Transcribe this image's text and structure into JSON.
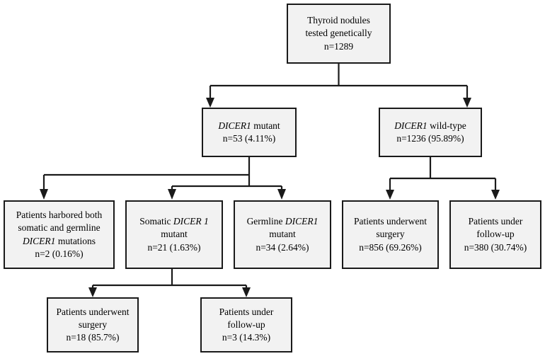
{
  "diagram": {
    "type": "flowchart",
    "title_text": "",
    "colors": {
      "node_fill": "#f2f2f2",
      "node_border": "#1a1a1a",
      "connector": "#1a1a1a",
      "text": "#000000",
      "background": "#ffffff"
    },
    "nodes": [
      {
        "id": "root",
        "lines": [
          {
            "text": "Thyroid nodules",
            "italic": false
          },
          {
            "text": "tested genetically",
            "italic": false
          },
          {
            "text": "n=1289",
            "italic": false
          }
        ]
      },
      {
        "id": "dicer1-mutant",
        "lines": [
          {
            "text": "DICER1",
            "italic": true,
            "suffix": " mutant"
          },
          {
            "text": "n=53 (4.11%)",
            "italic": false
          }
        ]
      },
      {
        "id": "dicer1-wildtype",
        "lines": [
          {
            "text": "DICER1",
            "italic": true,
            "suffix": " wild-type"
          },
          {
            "text": "n=1236 (95.89%)",
            "italic": false
          }
        ]
      },
      {
        "id": "both-somatic-germline",
        "lines": [
          {
            "text": "Patients harbored both",
            "italic": false
          },
          {
            "text": "somatic and germline",
            "italic": false
          },
          {
            "text": "DICER1",
            "italic": true,
            "suffix": " mutations"
          },
          {
            "text": "n=2  (0.16%)",
            "italic": false
          }
        ]
      },
      {
        "id": "somatic-mutant",
        "lines": [
          {
            "prefix": "Somatic ",
            "text": "DICER 1",
            "italic": true
          },
          {
            "text": "mutant",
            "italic": false
          },
          {
            "text": "n=21 (1.63%)",
            "italic": false
          }
        ]
      },
      {
        "id": "germline-mutant",
        "lines": [
          {
            "prefix": "Germline ",
            "text": "DICER1",
            "italic": true
          },
          {
            "text": "mutant",
            "italic": false
          },
          {
            "text": "n=34 (2.64%)",
            "italic": false
          }
        ]
      },
      {
        "id": "wt-surgery",
        "lines": [
          {
            "text": "Patients underwent",
            "italic": false
          },
          {
            "text": "surgery",
            "italic": false
          },
          {
            "text": "n=856 (69.26%)",
            "italic": false
          }
        ]
      },
      {
        "id": "wt-followup",
        "lines": [
          {
            "text": "Patients under",
            "italic": false
          },
          {
            "text": "follow-up",
            "italic": false
          },
          {
            "text": "n=380 (30.74%)",
            "italic": false
          }
        ]
      },
      {
        "id": "somatic-surgery",
        "lines": [
          {
            "text": "Patients underwent",
            "italic": false
          },
          {
            "text": "surgery",
            "italic": false
          },
          {
            "text": "n=18 (85.7%)",
            "italic": false
          }
        ]
      },
      {
        "id": "somatic-followup",
        "lines": [
          {
            "text": "Patients under",
            "italic": false
          },
          {
            "text": "follow-up",
            "italic": false
          },
          {
            "text": "n=3 (14.3%)",
            "italic": false
          }
        ]
      }
    ]
  }
}
